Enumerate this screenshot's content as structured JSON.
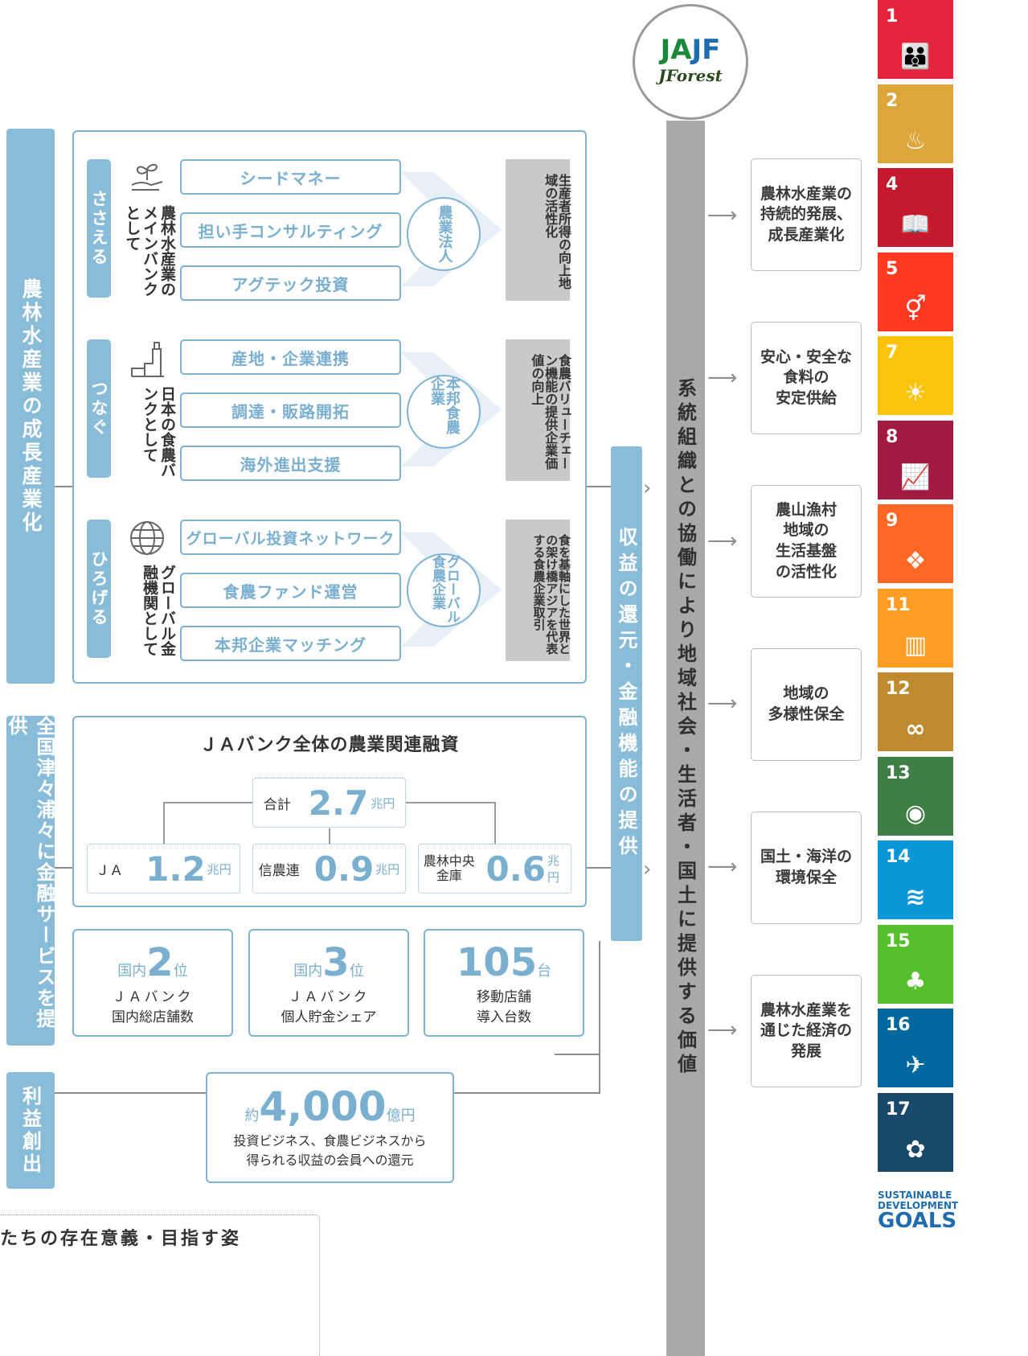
{
  "logo": {
    "ja": "JA",
    "jf": "JF",
    "forest": "JForest"
  },
  "band_main": "系統組織との協働により地域社会・生活者・国土に提供する価値",
  "band_return": "収益の還元・金融機能の提供",
  "left_bands": {
    "growth": "農林水産業の成長産業化",
    "finance": "全国津々浦々に金融サービスを提供",
    "profit": "利益創出"
  },
  "rows": [
    {
      "tab": "ささえる",
      "role": "農林水産業のメインバンクとして",
      "pills": [
        "シードマネー",
        "担い手コンサルティング",
        "アグテック投資"
      ],
      "target": "農業法人",
      "result": "生産者所得の向上地域の活性化"
    },
    {
      "tab": "つなぐ",
      "role": "日本の食農バンクとして",
      "pills": [
        "産地・企業連携",
        "調達・販路開拓",
        "海外進出支援"
      ],
      "target": "本邦食農企業",
      "result": "食農バリューチェーン機能の提供企業価値の向上"
    },
    {
      "tab": "ひろげる",
      "role": "グローバル金融機関として",
      "pills": [
        "グローバル投資ネットワーク",
        "食農ファンド運営",
        "本邦企業マッチング"
      ],
      "target": "グローバル食農企業",
      "result": "食を基軸にした世界との架け橋アジアを代表する食農企業取引"
    }
  ],
  "ja_bank": {
    "title": "ＪＡバンク全体の農業関連融資",
    "total": {
      "label": "合計",
      "value": "2.7",
      "unit": "兆円"
    },
    "items": [
      {
        "label": "ＪＡ",
        "value": "1.2",
        "unit": "兆円"
      },
      {
        "label": "信農連",
        "value": "0.9",
        "unit": "兆円"
      },
      {
        "label": "農林中央金庫",
        "value": "0.6",
        "unit": "兆円"
      }
    ]
  },
  "stats": [
    {
      "prefix": "国内",
      "value": "2",
      "unit": "位",
      "desc1": "ＪＡバンク",
      "desc2": "国内総店舗数"
    },
    {
      "prefix": "国内",
      "value": "3",
      "unit": "位",
      "desc1": "ＪＡバンク",
      "desc2": "個人貯金シェア"
    },
    {
      "prefix": "",
      "value": "105",
      "unit": "台",
      "desc1": "移動店舗",
      "desc2": "導入台数"
    }
  ],
  "profit_box": {
    "prefix": "約",
    "value": "4,000",
    "unit": "億円",
    "desc1": "投資ビジネス、食農ビジネスから",
    "desc2": "得られる収益の会員への還元"
  },
  "bottom_caption": "たちの存在意義・目指す姿",
  "outcomes": [
    "農林水産業の\n持続的発展、\n成長産業化",
    "安心・安全な\n食料の\n安定供給",
    "農山漁村\n地域の\n生活基盤\nの活性化",
    "地域の\n多様性保全",
    "国土・海洋の\n環境保全",
    "農林水産業を\n通じた経済の\n発展"
  ],
  "sdgs": [
    {
      "num": "1",
      "color": "#e5243b",
      "icon": "people-icon"
    },
    {
      "num": "2",
      "color": "#dda63a",
      "icon": "bowl-icon"
    },
    {
      "num": "4",
      "color": "#c5192d",
      "icon": "book-icon"
    },
    {
      "num": "5",
      "color": "#ff3a21",
      "icon": "gender-icon"
    },
    {
      "num": "7",
      "color": "#fcc30b",
      "icon": "sun-icon"
    },
    {
      "num": "8",
      "color": "#a21942",
      "icon": "growth-icon"
    },
    {
      "num": "9",
      "color": "#fd6925",
      "icon": "cubes-icon"
    },
    {
      "num": "11",
      "color": "#fd9d24",
      "icon": "city-icon"
    },
    {
      "num": "12",
      "color": "#bf8b2e",
      "icon": "infinity-icon"
    },
    {
      "num": "13",
      "color": "#3f7e44",
      "icon": "eye-globe-icon"
    },
    {
      "num": "14",
      "color": "#0a97d9",
      "icon": "fish-icon"
    },
    {
      "num": "15",
      "color": "#56c02b",
      "icon": "tree-icon"
    },
    {
      "num": "16",
      "color": "#00689d",
      "icon": "dove-icon"
    },
    {
      "num": "17",
      "color": "#19486a",
      "icon": "flower-icon"
    }
  ],
  "sdg_logo": {
    "line1": "SUSTAINABLE",
    "line2": "DEVELOPMENT",
    "line3": "GOALS"
  }
}
